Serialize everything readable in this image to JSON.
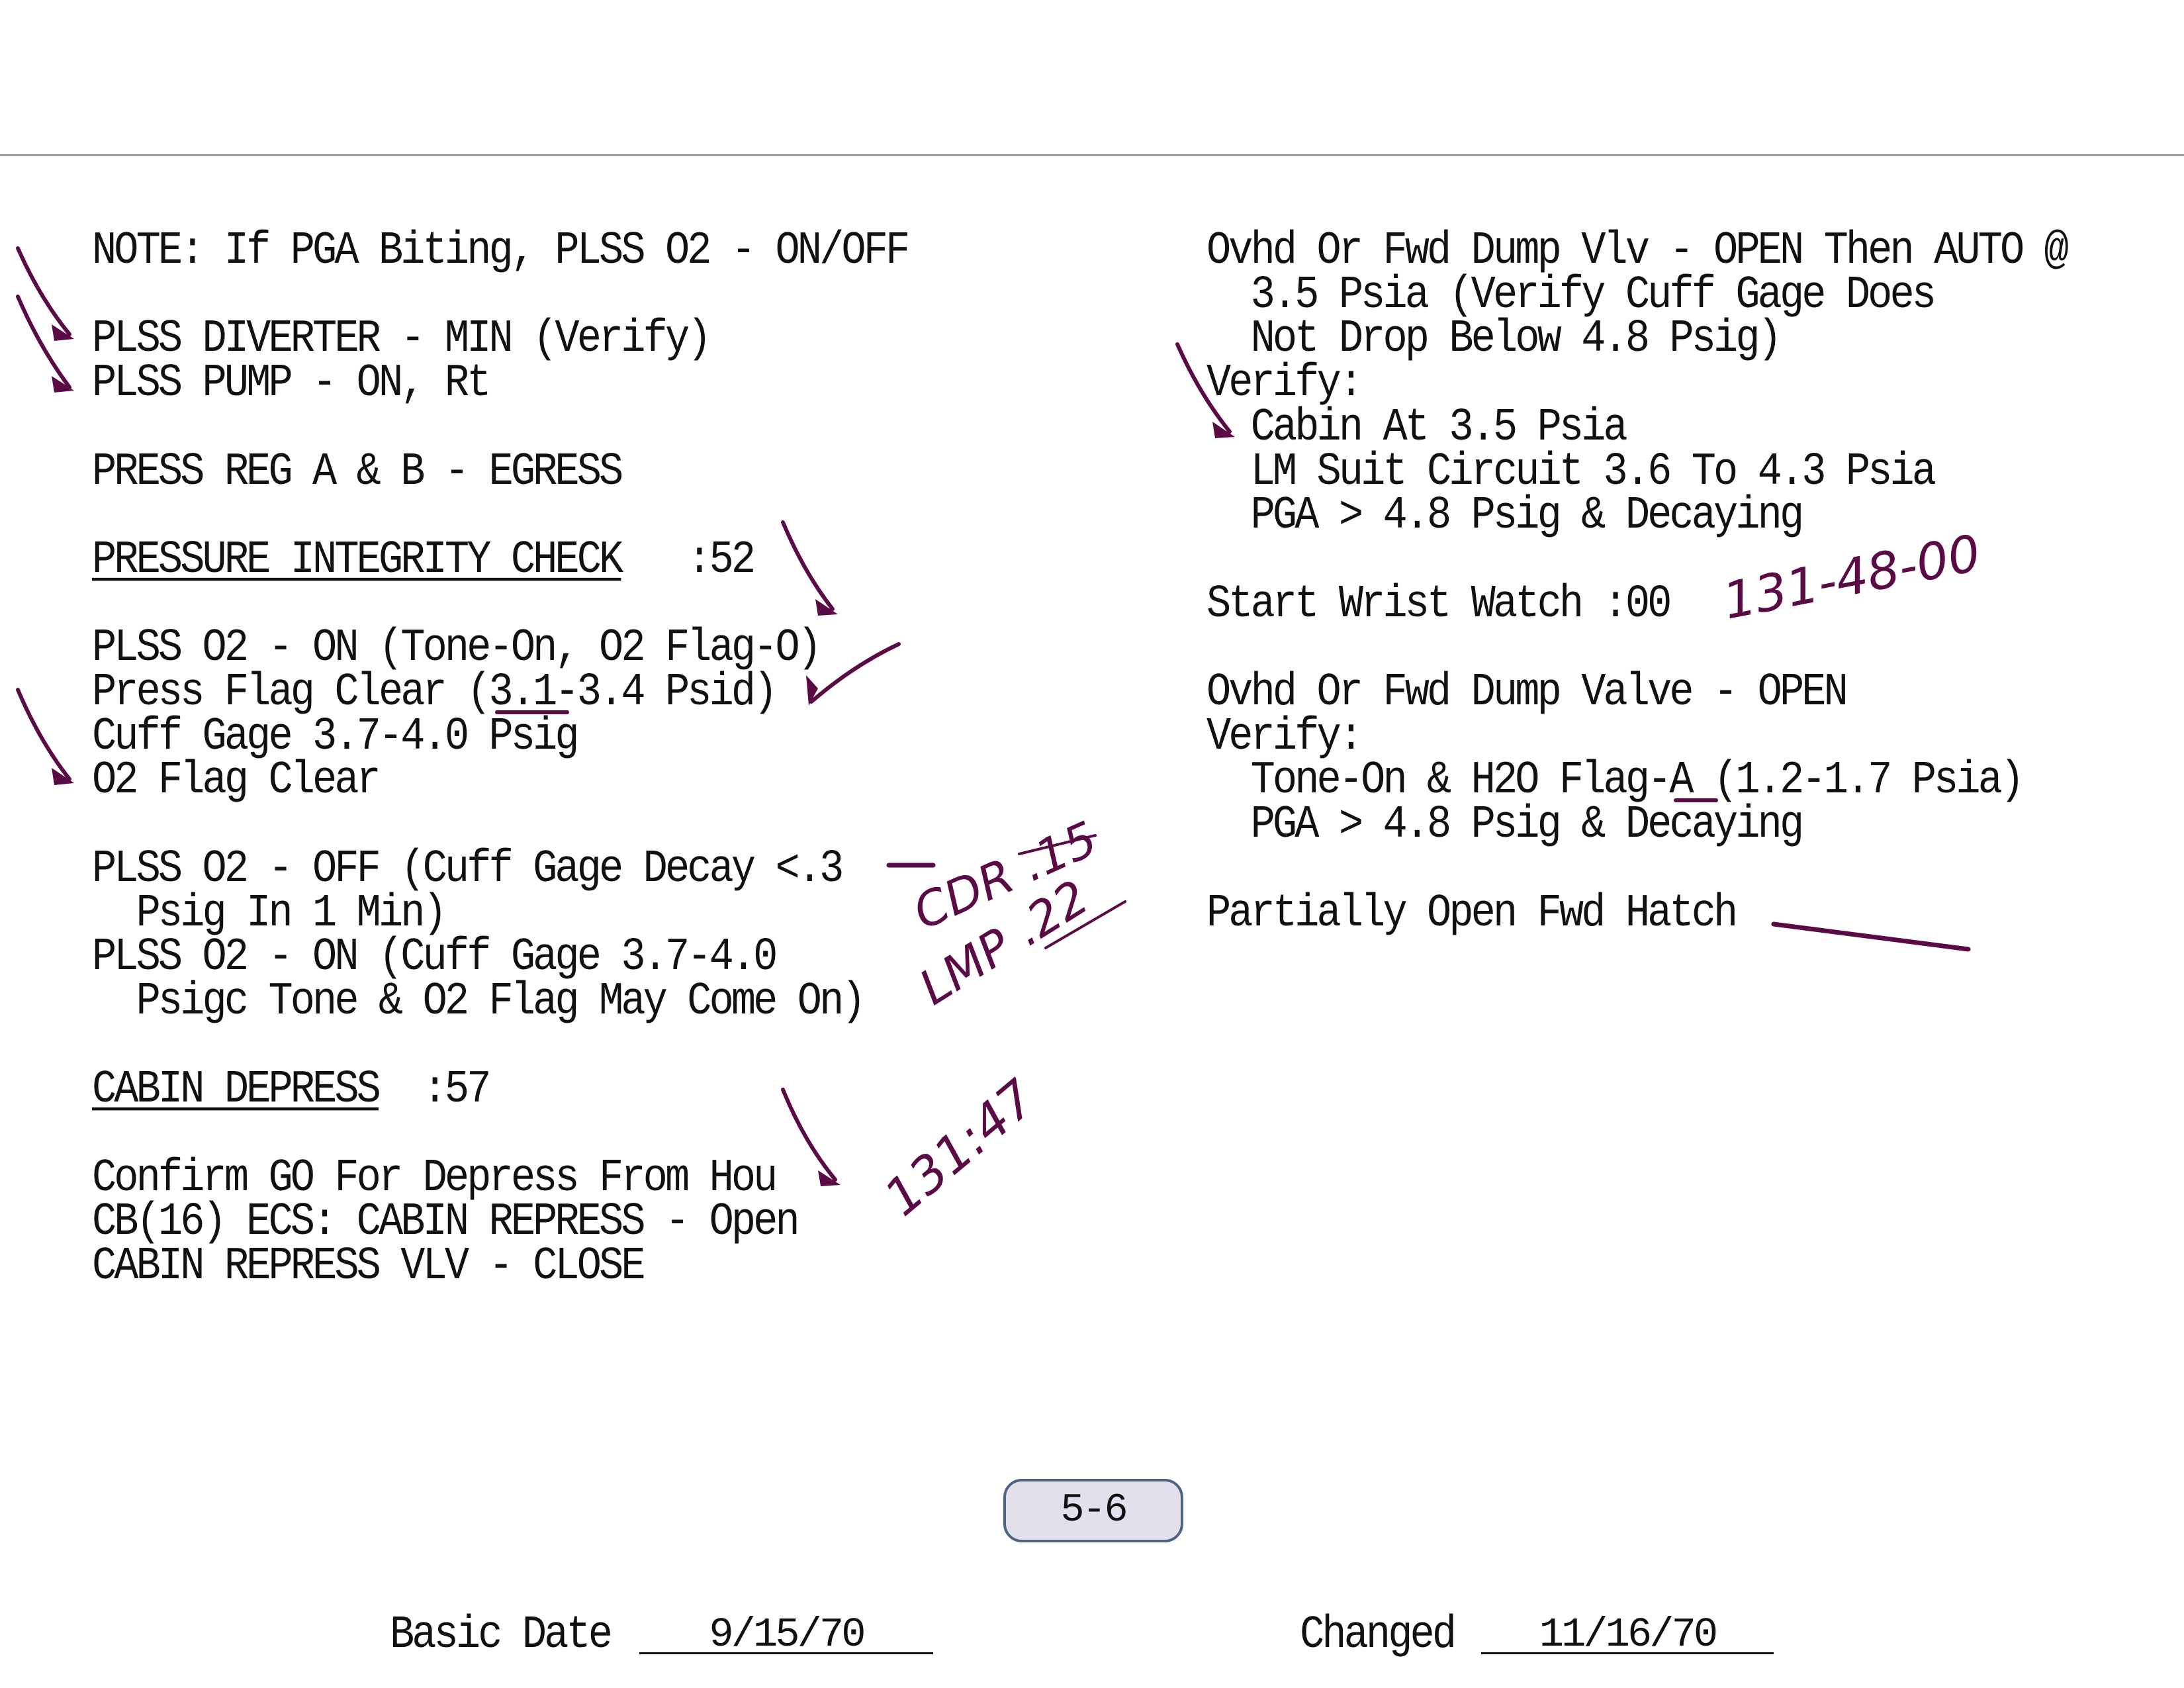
{
  "left_column": [
    "NOTE: If PGA Biting, PLSS O2 - ON/OFF",
    "",
    "PLSS DIVERTER - MIN (Verify)",
    "PLSS PUMP - ON, Rt",
    "",
    "PRESS REG A & B - EGRESS",
    "",
    {
      "heading": "PRESSURE INTEGRITY CHECK",
      "suffix": "   :52"
    },
    "",
    "PLSS O2 - ON (Tone-On, O2 Flag-O)",
    "Press Flag Clear (3.1-3.4 Psid)",
    "Cuff Gage 3.7-4.0 Psig",
    "O2 Flag Clear",
    "",
    "PLSS O2 - OFF (Cuff Gage Decay <.3",
    "  Psig In 1 Min)",
    "PLSS O2 - ON (Cuff Gage 3.7-4.0",
    "  Psigc Tone & O2 Flag May Come On)",
    "",
    {
      "heading": "CABIN DEPRESS",
      "suffix": "  :57"
    },
    "",
    "Confirm GO For Depress From Hou",
    "CB(16) ECS: CABIN REPRESS - Open",
    "CABIN REPRESS VLV - CLOSE"
  ],
  "right_column": [
    "Ovhd Or Fwd Dump Vlv - OPEN Then AUTO @",
    "  3.5 Psia (Verify Cuff Gage Does",
    "  Not Drop Below 4.8 Psig)",
    "Verify:",
    "  Cabin At 3.5 Psia",
    "  LM Suit Circuit 3.6 To 4.3 Psia",
    "  PGA > 4.8 Psig & Decaying",
    "",
    "Start Wrist Watch :00",
    "",
    "Ovhd Or Fwd Dump Valve - OPEN",
    "Verify:",
    "  Tone-On & H2O Flag-A (1.2-1.7 Psia)",
    "  PGA > 4.8 Psig & Decaying",
    "",
    "Partially Open Fwd Hatch"
  ],
  "handwritten": {
    "cdr": "CDR .15",
    "lmp": "LMP .22",
    "time_depress": "131:47",
    "time_watch": "131-48-00"
  },
  "page_number": "5-6",
  "footer": {
    "basic_date_label": "Basic Date",
    "basic_date": "9/15/70",
    "changed_label": "Changed",
    "changed_date": "11/16/70"
  },
  "colors": {
    "ink": "#5a0a45",
    "badge_fill": "#e1e0ec",
    "badge_border": "#4d6583"
  }
}
